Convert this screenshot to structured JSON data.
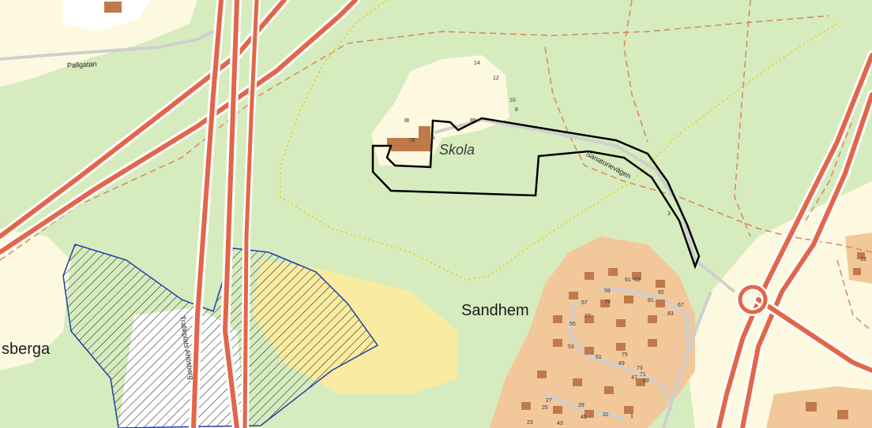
{
  "map": {
    "colors": {
      "forest": "#d6ecbf",
      "open_land": "#fdf9e0",
      "residential": "#f2c89a",
      "building": "#c07a4a",
      "motorway": "#e2664a",
      "motorway_casing": "#ffffff",
      "local_road": "#cfcfcf",
      "path_dash": "#d9875a",
      "dotted_boundary": "#e6d21a",
      "plan_boundary": "#000000",
      "hatched_area": "#1f3fa8",
      "industrial_yellow": "#f9eba0"
    },
    "labels": {
      "place_sandhem": "Sandhem",
      "place_berga": "sberga",
      "school": "Skola",
      "street_pallgatan": "Pallgatan",
      "street_sanatorievagen": "Sanatorievägen",
      "street_trafikplats": "Trafikplats Arlösberg"
    },
    "house_numbers": [
      "14",
      "12",
      "10",
      "8",
      "7B",
      "A",
      "3",
      "61",
      "63",
      "65",
      "59",
      "57",
      "79",
      "81",
      "67",
      "83",
      "77",
      "55",
      "53",
      "75",
      "51",
      "49",
      "73",
      "71",
      "69",
      "47",
      "27",
      "29",
      "25",
      "31",
      "23",
      "45",
      "43",
      "1",
      "13"
    ]
  }
}
